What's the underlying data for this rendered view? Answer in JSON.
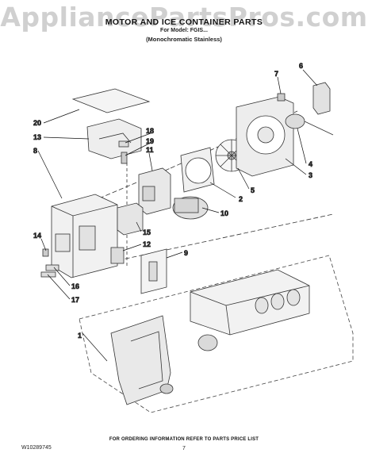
{
  "watermark": "AppliancePartsPros.com",
  "header": {
    "title": "MOTOR AND ICE CONTAINER PARTS",
    "model_line": "For Model: FGIS...",
    "finish": "(Monochromatic Stainless)"
  },
  "callouts": [
    "1",
    "2",
    "3",
    "4",
    "5",
    "6",
    "7",
    "8",
    "9",
    "10",
    "11",
    "12",
    "13",
    "14",
    "15",
    "16",
    "17",
    "18",
    "19",
    "20"
  ],
  "footer": {
    "ordering_note": "FOR ORDERING INFORMATION REFER TO PARTS PRICE LIST",
    "doc_number": "W10289745",
    "page_number": "7"
  }
}
